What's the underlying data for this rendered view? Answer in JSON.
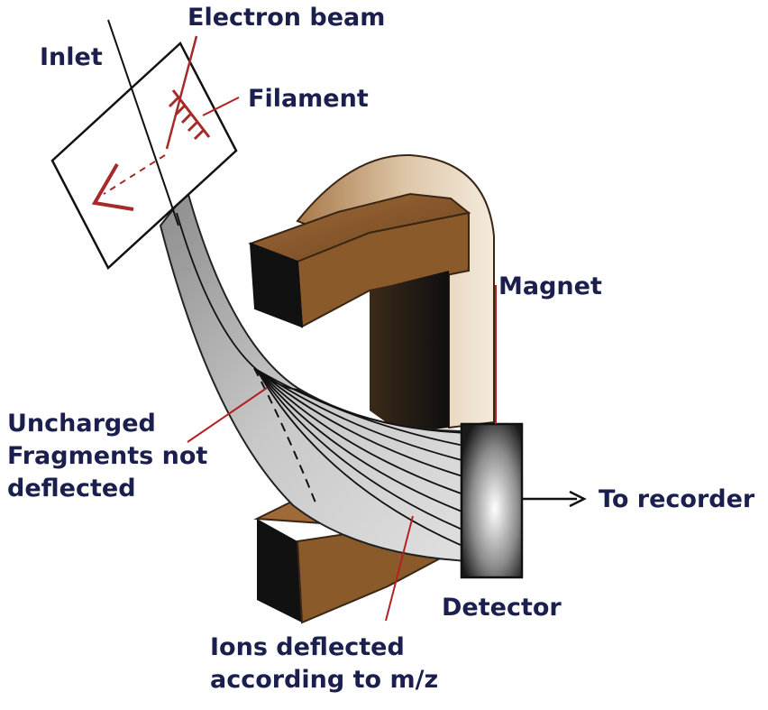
{
  "labels": {
    "inlet": "Inlet",
    "electron_beam": "Electron beam",
    "filament": "Filament",
    "magnet": "Magnet",
    "uncharged": [
      "Uncharged",
      "Fragments not",
      "deflected"
    ],
    "to_recorder": "To recorder",
    "detector": "Detector",
    "ions": [
      "Ions deflected",
      "according to m/z"
    ]
  },
  "colors": {
    "label_text": "#1a1f4e",
    "pointer_line": "#b22222",
    "magnet_brown": "#8b5a2b",
    "magnet_shadow": "#111111",
    "tube_gray": "#b8b8b8",
    "chamber_red": "#a52a2a"
  },
  "icons": [
    "chevron-left-icon",
    "arrow-right-icon"
  ]
}
